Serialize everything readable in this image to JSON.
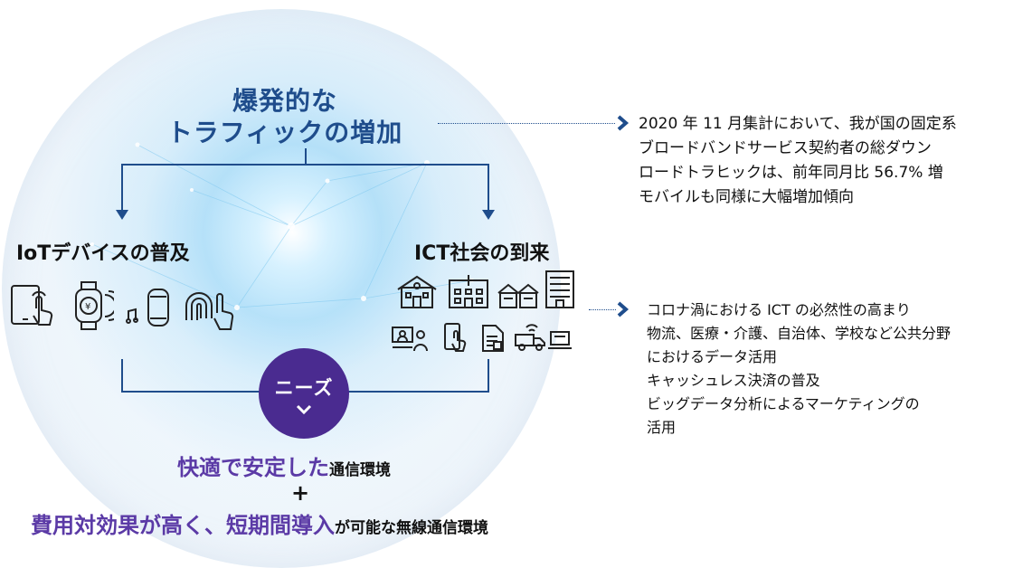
{
  "title": {
    "line1": "爆発的な",
    "line2": "トラフィックの増加"
  },
  "left_label": "IoTデバイスの普及",
  "right_label": "ICT社会の到来",
  "needs": {
    "label": "ニーズ"
  },
  "bottom": {
    "line1_highlight": "快適で安定した",
    "line1_rest": "通信環境",
    "plus": "+",
    "line3_highlight": "費用対効果が高く、短期間導入",
    "line3_rest": "が可能な無線通信環境"
  },
  "notes": {
    "traffic": [
      "2020 年 11 月集計において、我が国の固定系",
      "ブロードバンドサービス契約者の総ダウン",
      "ロードトラヒックは、前年同月比 56.7% 増",
      "モバイルも同様に大幅増加傾向"
    ],
    "ict": [
      "コロナ渦における ICT の必然性の高まり",
      "物流、医療・介護、自治体、学校など公共分野",
      "におけるデータ活用",
      "キャッシュレス決済の普及",
      "ビッグデータ分析によるマーケティングの",
      "活用"
    ]
  },
  "icons": {
    "iot": [
      "tablet-touch-icon",
      "smartwatch-icon",
      "smart-speaker-icon",
      "fingerprint-touch-icon"
    ],
    "ict": [
      "school-icon",
      "hospital-icon",
      "warehouse-icon",
      "building-icon",
      "teleconference-icon",
      "mobile-payment-icon",
      "document-icon",
      "delivery-truck-icon",
      "laptop-icon"
    ]
  },
  "colors": {
    "navy": "#1f4d8c",
    "purple": "#4a2b90",
    "highlight_text": "#5b3aa6"
  }
}
